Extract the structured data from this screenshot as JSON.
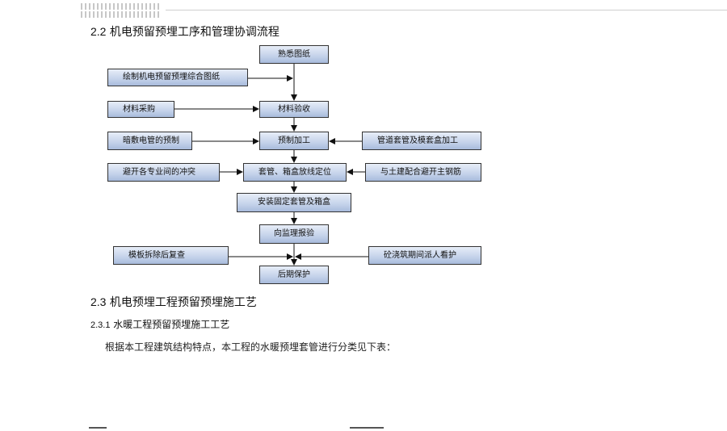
{
  "section_2_2": {
    "number": "2.2",
    "title": "机电预留预埋工序和管理协调流程"
  },
  "flowchart": {
    "nodes": {
      "familiarize_drawings": "熟悉图纸",
      "draw_composite": "绘制机电预留预埋综合图纸",
      "material_purchase": "材料采购",
      "material_acceptance": "材料验收",
      "concealed_conduit": "暗敷电管的预制",
      "prefabrication": "预制加工",
      "pipe_sleeve_box": "管道套管及模套盒加工",
      "avoid_conflict": "避开各专业间的冲突",
      "sleeve_positioning": "套管、箱盒放线定位",
      "civil_coordination": "与土建配合避开主钢筋",
      "install_fix": "安装固定套管及箱盒",
      "report_supervision": "向监理报验",
      "formwork_recheck": "模板拆除后复查",
      "concrete_watch": "砼浇筑期间派人看护",
      "later_protection": "后期保护"
    }
  },
  "section_2_3": {
    "number": "2.3",
    "title": "机电预埋工程预留预埋施工艺"
  },
  "section_2_3_1": {
    "number": "2.3.1",
    "title": "水暖工程预留预埋施工工艺"
  },
  "paragraph": "根据本工程建筑结构特点，本工程的水暖预埋套管进行分类见下表："
}
